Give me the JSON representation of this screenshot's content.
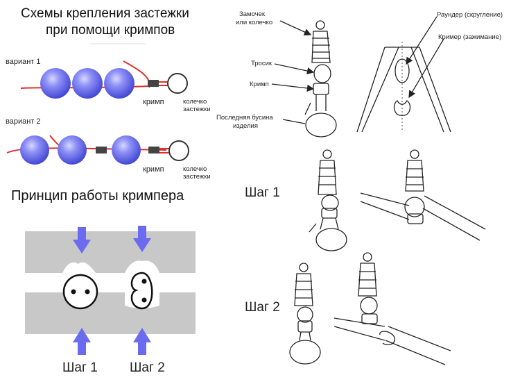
{
  "left_title": {
    "line1": "Схемы крепления застежки",
    "line2": "при помощи кримпов"
  },
  "variant1": {
    "label": "вариант 1",
    "crimp_label": "кримп",
    "ring_label_1": "колечко",
    "ring_label_2": "застежки"
  },
  "variant2": {
    "label": "вариант 2",
    "crimp_label": "кримп",
    "ring_label_1": "колечко",
    "ring_label_2": "застежки"
  },
  "principle_title": "Принцип работы кримпера",
  "principle_steps": {
    "step1": "Шаг 1",
    "step2": "Шаг 2"
  },
  "top_right_labels": {
    "clasp": "Замочек",
    "clasp2": "или колечко",
    "wire": "Тросик",
    "crimp": "Кримп",
    "last_bead": "Последняя бусина",
    "last_bead2": "изделия",
    "rounder": "Раундер (скругление)",
    "crimper": "Кример (зажимание)"
  },
  "right_steps": {
    "step1": "Шаг 1",
    "step2": "Шаг 2"
  },
  "colors": {
    "bead": "#5a5ee6",
    "wire": "#e0302a",
    "arrow": "#6b6bf0",
    "plate": "#c8c8c8",
    "crimp_tube": "#555555"
  }
}
